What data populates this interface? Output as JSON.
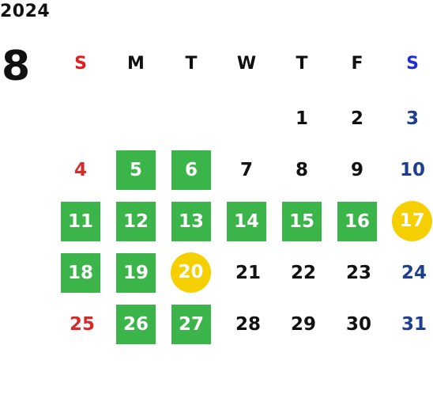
{
  "calendar": {
    "year": "2024",
    "month": "8",
    "weekdays": [
      "S",
      "M",
      "T",
      "W",
      "T",
      "F",
      "S"
    ],
    "colors": {
      "sunday": "#d42b2b",
      "saturday": "#1e3f8f",
      "highlight_green": "#3bb44a",
      "highlight_yellow": "#f5cf00"
    },
    "weeks": [
      [
        "",
        "",
        "",
        "",
        "1",
        "2",
        "3"
      ],
      [
        "4",
        "5",
        "6",
        "7",
        "8",
        "9",
        "10"
      ],
      [
        "11",
        "12",
        "13",
        "14",
        "15",
        "16",
        "17"
      ],
      [
        "18",
        "19",
        "20",
        "21",
        "22",
        "23",
        "24"
      ],
      [
        "25",
        "26",
        "27",
        "28",
        "29",
        "30",
        "31"
      ]
    ],
    "green_days": [
      "5",
      "6",
      "11",
      "12",
      "13",
      "14",
      "15",
      "16",
      "18",
      "19",
      "26",
      "27"
    ],
    "yellow_days": [
      "17",
      "20"
    ]
  }
}
